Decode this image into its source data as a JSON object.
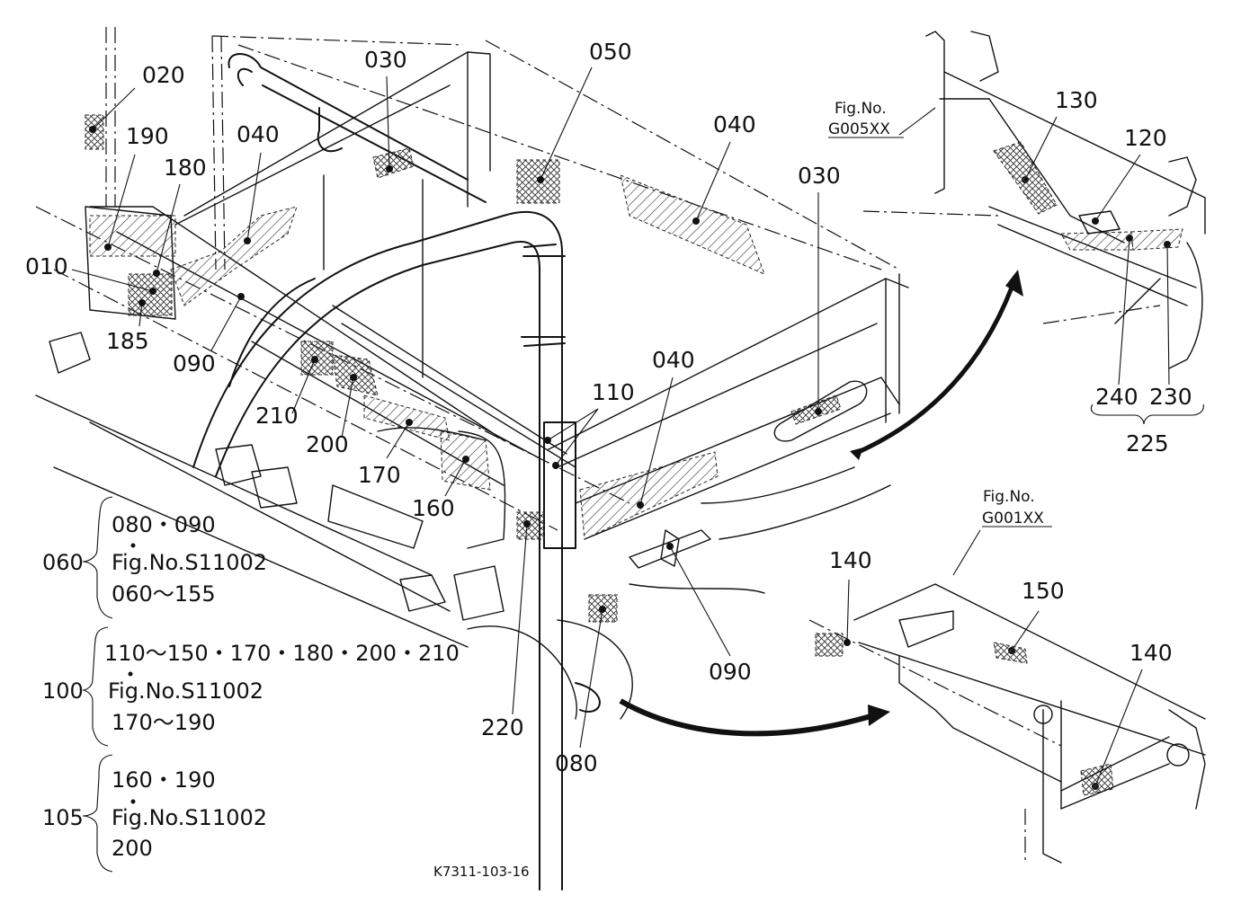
{
  "callouts": [
    {
      "label": "020"
    },
    {
      "label": "190"
    },
    {
      "label": "180"
    },
    {
      "label": "040"
    },
    {
      "label": "030"
    },
    {
      "label": "050"
    },
    {
      "label": "040"
    },
    {
      "label": "030"
    },
    {
      "label": "010"
    },
    {
      "label": "185"
    },
    {
      "label": "090"
    },
    {
      "label": "210"
    },
    {
      "label": "200"
    },
    {
      "label": "170"
    },
    {
      "label": "160"
    },
    {
      "label": "110"
    },
    {
      "label": "040"
    },
    {
      "label": "130"
    },
    {
      "label": "120"
    },
    {
      "label": "240"
    },
    {
      "label": "230"
    },
    {
      "label": "225"
    },
    {
      "label": "140"
    },
    {
      "label": "150"
    },
    {
      "label": "140"
    },
    {
      "label": "090"
    },
    {
      "label": "220"
    },
    {
      "label": "080"
    }
  ],
  "figure_refs": [
    {
      "line1": "Fig.No.",
      "line2": "G005XX"
    },
    {
      "line1": "Fig.No.",
      "line2": "G001XX"
    }
  ],
  "groups": [
    {
      "number": "060",
      "line1": "080・090",
      "line2": "Fig.No.S11002",
      "line3": "060～155"
    },
    {
      "number": "100",
      "line1": "110～150・170・180・200・210",
      "line2": "Fig.No.S11002",
      "line3": "170～190"
    },
    {
      "number": "105",
      "line1": "160・190",
      "line2": "Fig.No.S11002",
      "line3": "200"
    }
  ],
  "drawing_number": "K7311-103-16"
}
